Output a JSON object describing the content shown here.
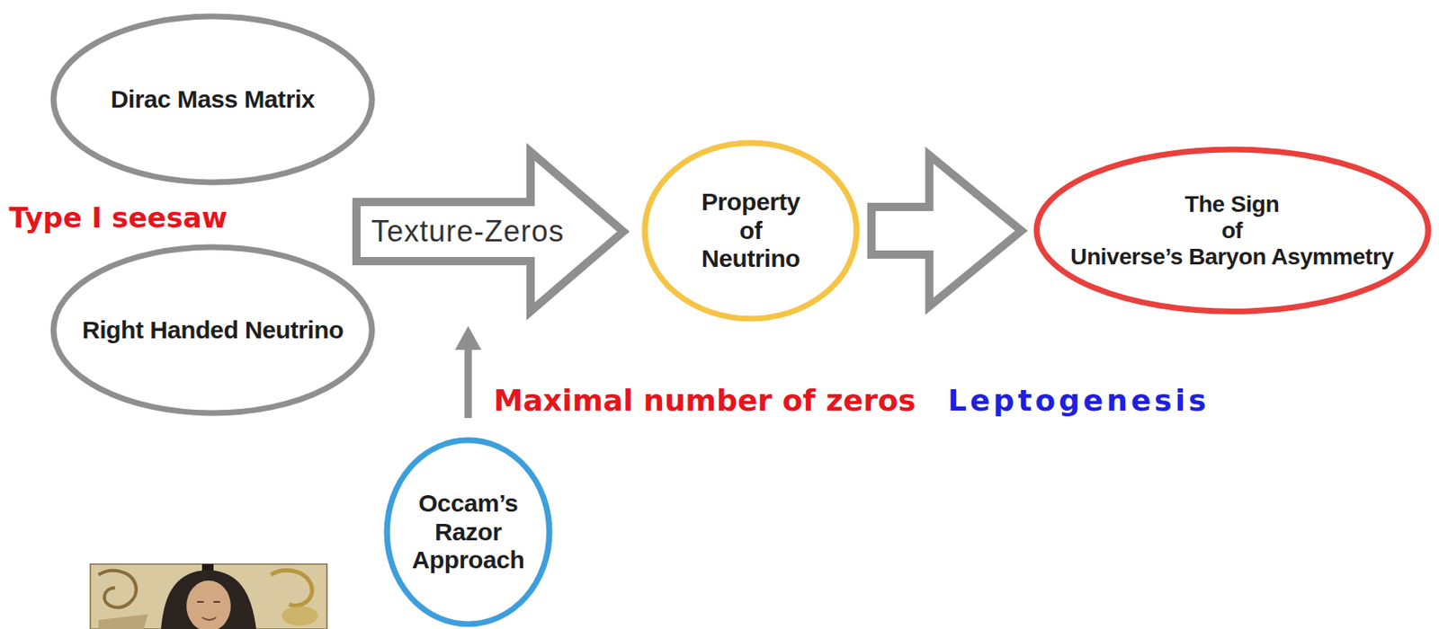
{
  "diagram": {
    "nodes": [
      {
        "text": [
          "Dirac Mass Matrix"
        ]
      },
      {
        "text": [
          "Right Handed Neutrino"
        ]
      },
      {
        "text": [
          "Texture-Zeros"
        ]
      },
      {
        "text": [
          "Property of Neutrino"
        ]
      },
      {
        "text": [
          "The Sign of Universe’s Baryon Asymmetry"
        ]
      },
      {
        "text": [
          "Occam’s Razor Approach"
        ]
      }
    ],
    "edges": [
      {
        "from": 3,
        "to": 4,
        "arrow": "to"
      },
      {
        "from": 5,
        "to": 2,
        "arrow": "to"
      }
    ],
    "labels": [
      "Type I seesaw",
      "Maximal number of zeros",
      "Leptogenesis"
    ]
  }
}
